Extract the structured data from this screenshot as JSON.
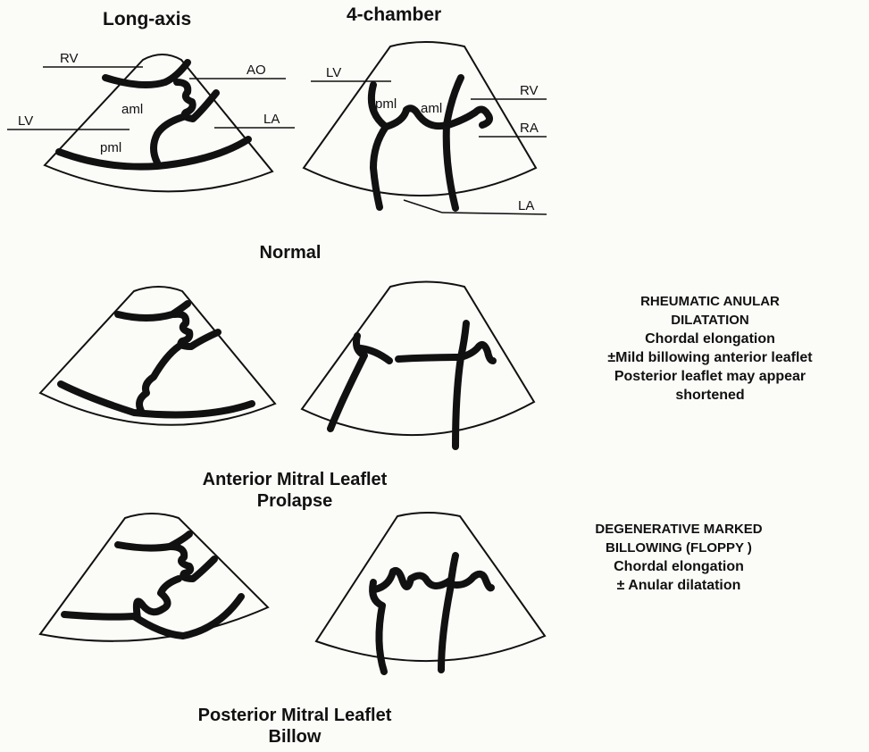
{
  "headers": {
    "long_axis": "Long-axis",
    "four_chamber": "4-chamber"
  },
  "captions": {
    "normal": "Normal",
    "aml_prolapse_line1": "Anterior Mitral Leaflet",
    "aml_prolapse_line2": "Prolapse",
    "pml_billow_line1": "Posterior Mitral Leaflet",
    "pml_billow_line2": "Billow"
  },
  "labels": {
    "rv": "RV",
    "ao": "AO",
    "lv": "LV",
    "la": "LA",
    "ra": "RA",
    "aml": "aml",
    "pml": "pml"
  },
  "notes": {
    "rheumatic": {
      "title_line1": "RHEUMATIC ANULAR",
      "title_line2": "DILATATION",
      "line1": "Chordal elongation",
      "line2": "±Mild billowing anterior leaflet",
      "line3": "Posterior leaflet may appear",
      "line4": "shortened"
    },
    "degenerative": {
      "title_line1": "DEGENERATIVE MARKED",
      "title_line2": "BILLOWING (FLOPPY )",
      "line1": "Chordal elongation",
      "line2": "± Anular dilatation"
    }
  },
  "colors": {
    "ink": "#111111",
    "paper": "#fbfbf8"
  }
}
